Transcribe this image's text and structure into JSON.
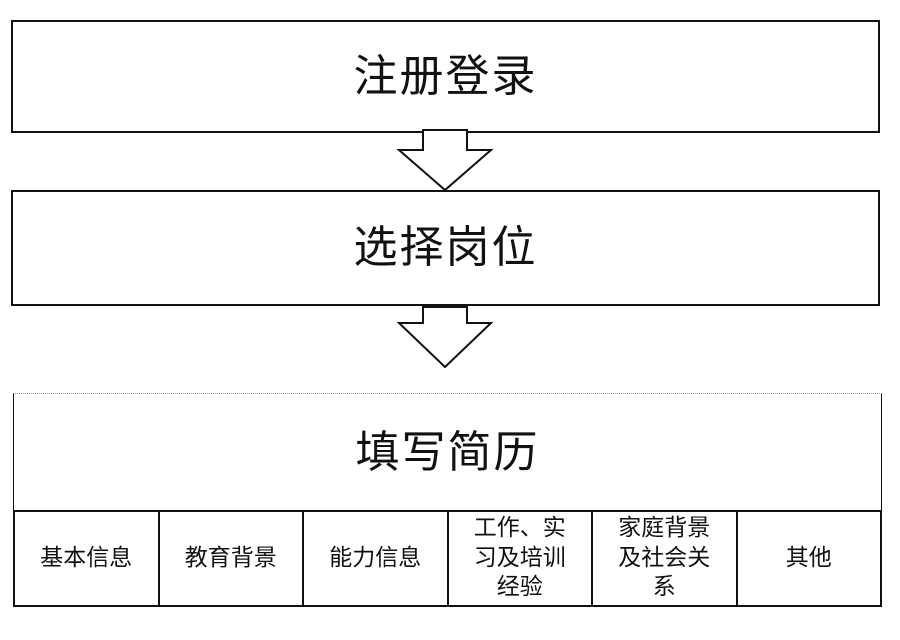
{
  "flow": {
    "steps": [
      {
        "label": "注册登录"
      },
      {
        "label": "选择岗位"
      },
      {
        "label": "填写简历"
      }
    ],
    "resume_sections": [
      {
        "label": "基本信息"
      },
      {
        "label": "教育背景"
      },
      {
        "label": "能力信息"
      },
      {
        "label": "工作、实习及培训经验"
      },
      {
        "label": "家庭背景及社会关系"
      },
      {
        "label": "其他"
      }
    ]
  },
  "colors": {
    "stroke": "#111111",
    "background": "#ffffff"
  }
}
